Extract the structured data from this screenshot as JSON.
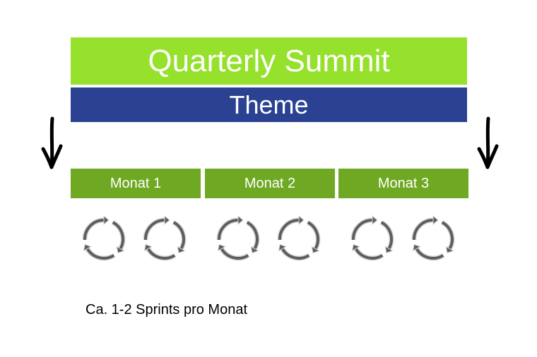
{
  "colors": {
    "summit_bg": "#95e12b",
    "theme_bg": "#2b4293",
    "month_bg": "#6fa823",
    "cycle_stroke": "#5e5e5e",
    "arrow": "#000000"
  },
  "summit": {
    "label": "Quarterly Summit"
  },
  "theme": {
    "label": "Theme"
  },
  "months": [
    {
      "label": "Monat 1",
      "sprints": 2
    },
    {
      "label": "Monat 2",
      "sprints": 2
    },
    {
      "label": "Monat 3",
      "sprints": 2
    }
  ],
  "icons": {
    "cycle": "cycle-arrows-icon",
    "down": "down-arrow-icon"
  },
  "caption": "Ca. 1-2 Sprints pro Monat"
}
